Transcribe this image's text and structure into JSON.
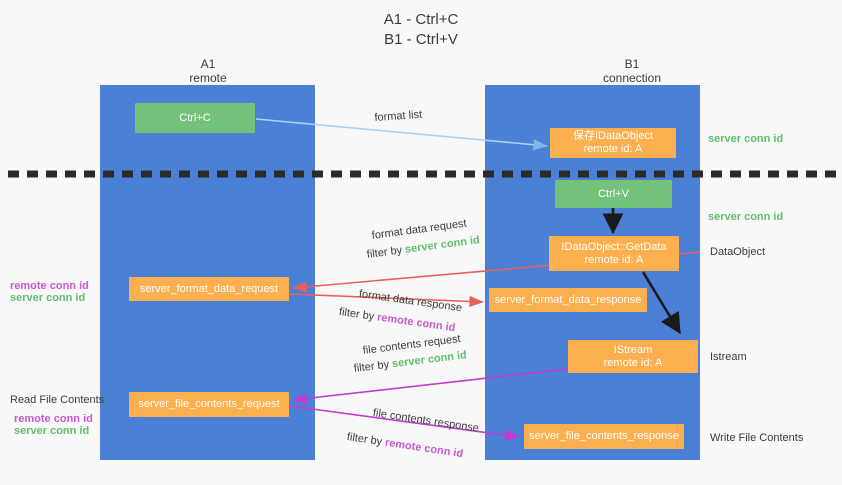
{
  "title": "A1 - Ctrl+C\nB1 - Ctrl+V",
  "lanes": [
    {
      "id": "a1",
      "title": "A1",
      "subtitle": "remote",
      "header": "A1\nremote"
    },
    {
      "id": "b1",
      "title": "B1",
      "subtitle": "connection",
      "header": "B1\nconnection"
    }
  ],
  "boxes": {
    "ctrl_c": "Ctrl+C",
    "idataobject_remote": "保存IDataObject\nremote id: A",
    "ctrl_v": "Ctrl+V",
    "getdata": "IDataObject::GetData\nremote id: A",
    "server_format_data_request": "server_format_data_request",
    "server_format_data_response": "server_format_data_response",
    "istream": "IStream\nremote id: A",
    "server_file_contents_request": "server_file_contents_request",
    "server_file_contents_response": "server_file_contents_response"
  },
  "edge_labels": {
    "format_list": "format list",
    "format_data_request": "format data request",
    "format_data_request_filter_prefix": "filter by ",
    "format_data_request_filter_value": "server conn id",
    "format_data_response": "format data response",
    "format_data_response_filter_prefix": "filter by ",
    "format_data_response_filter_value": "remote conn id",
    "file_contents_request": "file contents request",
    "file_contents_request_filter_prefix": "filter by ",
    "file_contents_request_filter_value": "server conn id",
    "file_contents_response": "file contents response",
    "file_contents_response_filter_prefix": "filter by ",
    "file_contents_response_filter_value": "remote conn id"
  },
  "side_right": {
    "server_conn_id_top": "server conn id",
    "server_conn_id_mid": "server conn id",
    "dataobject": "DataObject",
    "istream": "Istream",
    "write_file_contents": "Write File Contents"
  },
  "side_left": {
    "conn_ids_upper_remote": "remote conn id",
    "conn_ids_upper_server": "server conn id",
    "read_file_contents": "Read File Contents",
    "conn_ids_lower_remote": "remote conn id",
    "conn_ids_lower_server": "server conn id"
  },
  "colors": {
    "lane": "#4a80d6",
    "green_box": "#74c27a",
    "orange_box": "#fcaf4f",
    "green_text": "#5fbf6a",
    "purple_text": "#c65ad0",
    "red_arrow": "#e8605d",
    "magenta_arrow": "#c63ad0",
    "light_blue_arrow": "#aad4f2",
    "black_arrow": "#1a1a1a",
    "background": "#f8f8f8"
  }
}
